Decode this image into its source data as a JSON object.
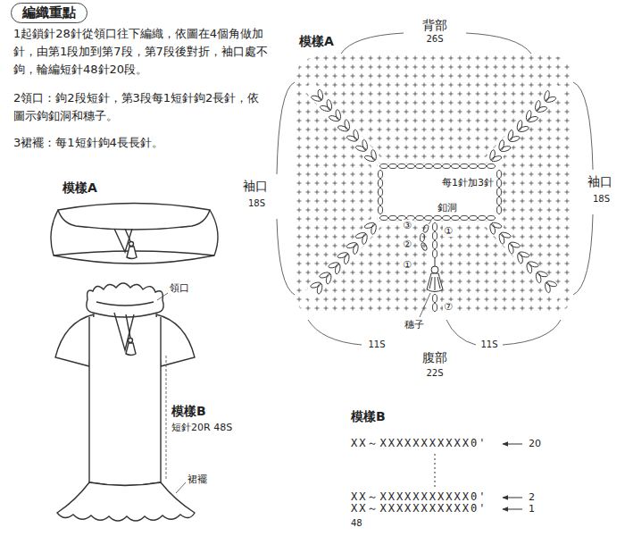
{
  "diagram": {
    "nodes": [
      {
        "text": [
          "編織重點"
        ]
      },
      {
        "text": [
          "每1針加3針"
        ]
      }
    ],
    "labels": [
      "1起鎖針28針從領口往下編織，依圖在4個角做加針，由第1段加到第7段，第7段後對折，袖口處不鉤，輪編短針48針20段。",
      "2領口：鉤2段短針，第3段每1短針鉤2長針，依圖示鉤釦洞和穗子。",
      "3裙襬：每1短針鉤4長長針。",
      "模樣A",
      "背部",
      "26S",
      "模樣A",
      "袖口",
      "18S",
      "袖口",
      "18S",
      "釦洞",
      "領口",
      "穗子",
      "11S",
      "11S",
      "腹部",
      "22S",
      "模樣B",
      "短針20R 48S",
      "模樣B",
      "XX～XXXXXXXXXXX0'",
      "20",
      "裙襬",
      "XX～XXXXXXXXXXX0'",
      "2",
      "XX～XXXXXXXXXXX0'",
      "1",
      "48",
      "③",
      "②",
      "①",
      "①",
      "⑦"
    ]
  }
}
